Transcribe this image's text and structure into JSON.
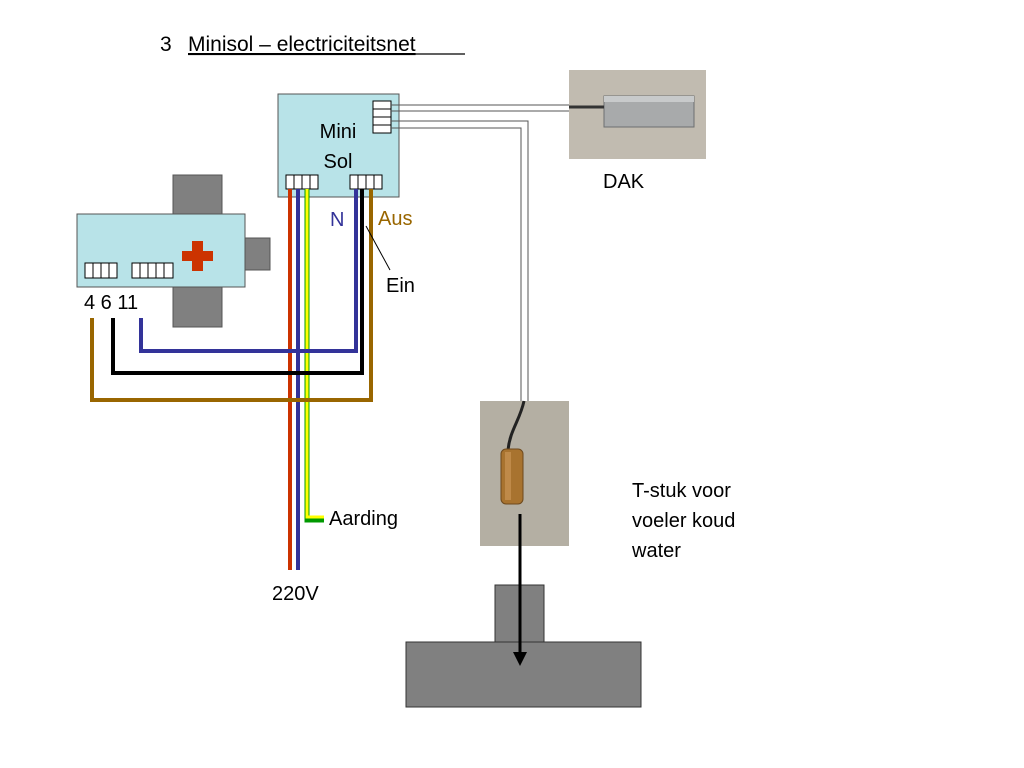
{
  "title": {
    "number": "3",
    "text": "Minisol – electriciteitsnet"
  },
  "minisol": {
    "line1": "Mini",
    "line2": "Sol"
  },
  "labels": {
    "dak": "DAK",
    "n": "N",
    "aus": "Aus",
    "ein": "Ein",
    "terminals": "4 6 11",
    "aarding": "Aarding",
    "voltage": "220V",
    "tstuk_1": "T-stuk voor",
    "tstuk_2": "voeler koud",
    "tstuk_3": "water"
  },
  "colors": {
    "box": "#b8e3e8",
    "grey": "#808080",
    "red": "#cc3300",
    "blue": "#333399",
    "yellow": "#ffff00",
    "green": "#009900",
    "brown": "#996600",
    "black": "#000000",
    "n_label": "#333399",
    "aus_label": "#996600",
    "cross": "#cc3300"
  }
}
